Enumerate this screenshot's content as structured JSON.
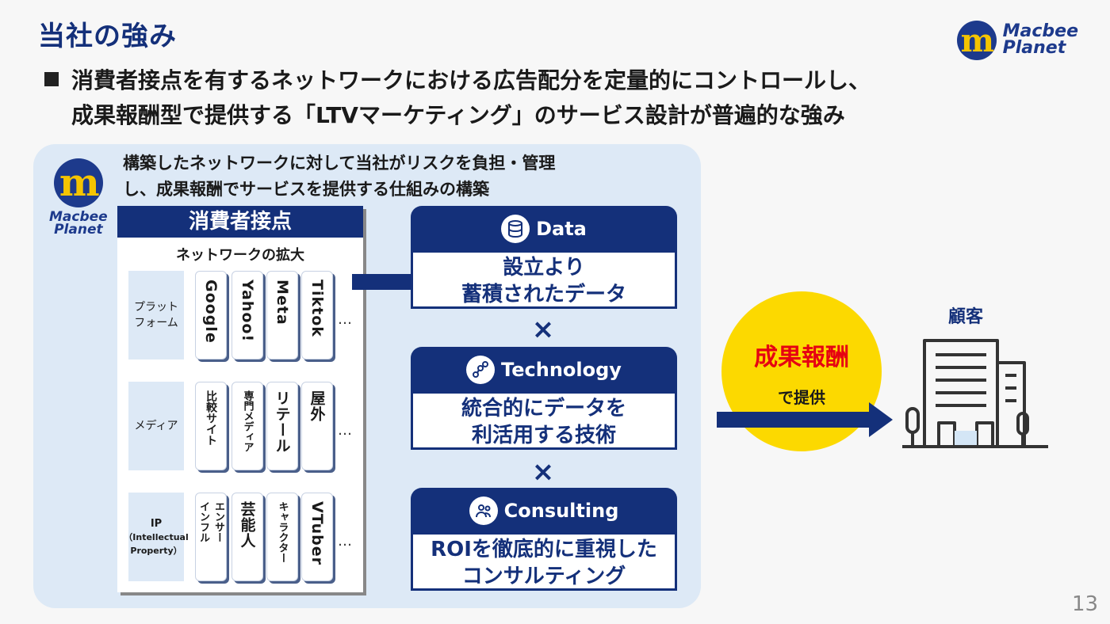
{
  "slide": {
    "title": "当社の強み",
    "headline_line1": "消費者接点を有するネットワークにおける広告配分を定量的にコントロールし、",
    "headline_line2": "成果報酬型で提供する「LTVマーケティング」のサービス設計が普遍的な強み",
    "page_number": "13"
  },
  "logo": {
    "line1": "Macbee",
    "line2": "Planet",
    "mark": "m",
    "colors": {
      "primary": "#1d3a8c",
      "accent": "#f5c400"
    }
  },
  "panel": {
    "caption_line1": "構築したネットワークに対して当社がリスクを負担・管理",
    "caption_line2": "し、成果報酬でサービスを提供する仕組みの構築"
  },
  "touchpoints": {
    "header": "消費者接点",
    "subtitle": "ネットワークの拡大",
    "rows": [
      {
        "label": "プラットフォーム",
        "label_l1": "プラット",
        "label_l2": "フォーム",
        "items": [
          "Google",
          "Yahoo!",
          "Meta",
          "Tiktok"
        ],
        "more": "…"
      },
      {
        "label": "メディア",
        "items": [
          "比較サイト",
          "専門メディア",
          "リテール",
          "屋外"
        ],
        "more": "…"
      },
      {
        "label_l1": "IP",
        "label_l2": "（Intellectual",
        "label_l3": "Property）",
        "items_a": "インフル",
        "items_b": "エンサー",
        "items": [
          "芸能人",
          "キャラクター",
          "VTuber"
        ],
        "more": "…"
      }
    ]
  },
  "pillars": [
    {
      "title": "Data",
      "icon": "database-icon",
      "body_l1": "設立より",
      "body_l2": "蓄積されたデータ"
    },
    {
      "title": "Technology",
      "icon": "network-icon",
      "body_l1": "統合的にデータを",
      "body_l2": "利活用する技術"
    },
    {
      "title": "Consulting",
      "icon": "people-icon",
      "body_l1": "ROIを徹底的に重視した",
      "body_l2": "コンサルティング"
    }
  ],
  "operator": "×",
  "result": {
    "main": "成果報酬",
    "sub": "で提供",
    "colors": {
      "circle": "#fcd900",
      "text": "#e60012"
    }
  },
  "customer": {
    "label": "顧客",
    "icon": "building-icon"
  },
  "colors": {
    "navy": "#14307a",
    "panel": "#dde9f6"
  }
}
